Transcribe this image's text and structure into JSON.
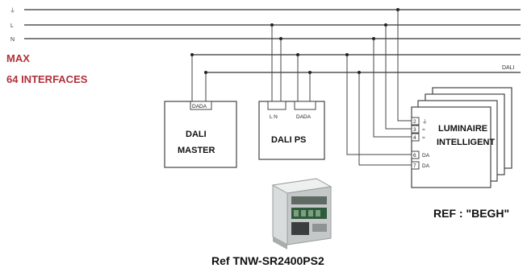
{
  "bus_labels": {
    "earth": "⏚",
    "line": "L",
    "neutral": "N",
    "dali": "DALI"
  },
  "max_text": {
    "line1": "MAX",
    "line2": "64 INTERFACES"
  },
  "dali_master": {
    "line1": "DALI",
    "line2": "MASTER",
    "terminals": "DADA"
  },
  "dali_ps": {
    "label": "DALI PS",
    "terminals_power": "L  N",
    "terminals_dali": "DADA"
  },
  "luminaire": {
    "line1": "LUMINAIRE",
    "line2": "INTELLIGENT",
    "terminal_numbers": [
      "2",
      "3",
      "4",
      "6",
      "7"
    ],
    "terminal_labels": [
      "⏚",
      "≈",
      "≈",
      "DA",
      "DA"
    ]
  },
  "ref_luminaire": "REF : \"BEGH\"",
  "ref_device": "Ref TNW-SR2400PS2",
  "colors": {
    "accent_red": "#b3303a",
    "wire": "#333333"
  }
}
